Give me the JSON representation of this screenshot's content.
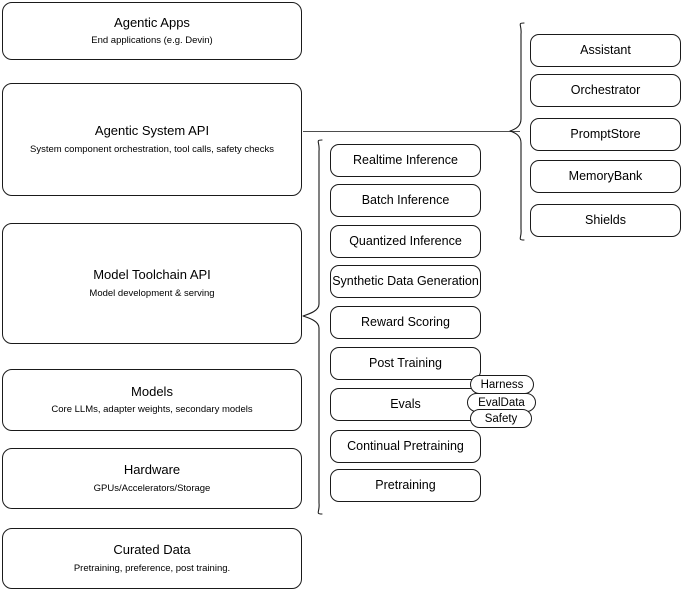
{
  "diagram": {
    "title": "Agentic AI stack layers",
    "stroke_color": "#1a1a1a",
    "connector_color": "#4d4d4d",
    "background_color": "#ffffff"
  },
  "layers": [
    {
      "title": "Agentic Apps",
      "subtitle": "End applications (e.g. Devin)"
    },
    {
      "title": "Agentic System API",
      "subtitle": "System component orchestration, tool calls, safety checks"
    },
    {
      "title": "Model Toolchain API",
      "subtitle": "Model development & serving"
    },
    {
      "title": "Models",
      "subtitle": "Core LLMs, adapter weights, secondary models"
    },
    {
      "title": "Hardware",
      "subtitle": "GPUs/Accelerators/Storage"
    },
    {
      "title": "Curated Data",
      "subtitle": "Pretraining, preference, post training."
    }
  ],
  "toolchain_components": [
    {
      "label": "Realtime Inference"
    },
    {
      "label": "Batch Inference"
    },
    {
      "label": "Quantized Inference"
    },
    {
      "label": "Synthetic Data Generation"
    },
    {
      "label": "Reward Scoring"
    },
    {
      "label": "Post Training"
    },
    {
      "label": "Evals"
    },
    {
      "label": "Continual Pretraining"
    },
    {
      "label": "Pretraining"
    }
  ],
  "system_components": [
    {
      "label": "Assistant"
    },
    {
      "label": "Orchestrator"
    },
    {
      "label": "PromptStore"
    },
    {
      "label": "MemoryBank"
    },
    {
      "label": "Shields"
    }
  ],
  "evals_tags": [
    {
      "label": "Harness"
    },
    {
      "label": "EvalData"
    },
    {
      "label": "Safety"
    }
  ]
}
